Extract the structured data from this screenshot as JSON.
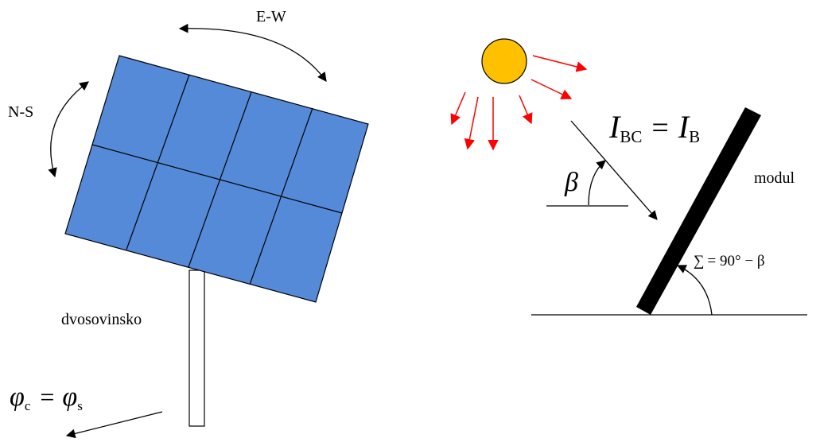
{
  "labels": {
    "ew": "E-W",
    "ns": "N-S",
    "dvosovinsko": "dvosovinsko",
    "modul": "modul"
  },
  "formulas": {
    "phi_symbol": "φ",
    "phi_c_sub": "c",
    "equals": "=",
    "phi_s_sub": "s",
    "i_symbol": "I",
    "i_bc_sub": "BC",
    "i_b_sub": "B",
    "beta": "β",
    "sum_symbol": "∑",
    "sum_rhs": "= 90° − β"
  },
  "colors": {
    "panel_fill": "#558ad8",
    "panel_line": "#000000",
    "sun_fill": "#ffc000",
    "ray": "#ff0000",
    "ink": "#000000"
  }
}
